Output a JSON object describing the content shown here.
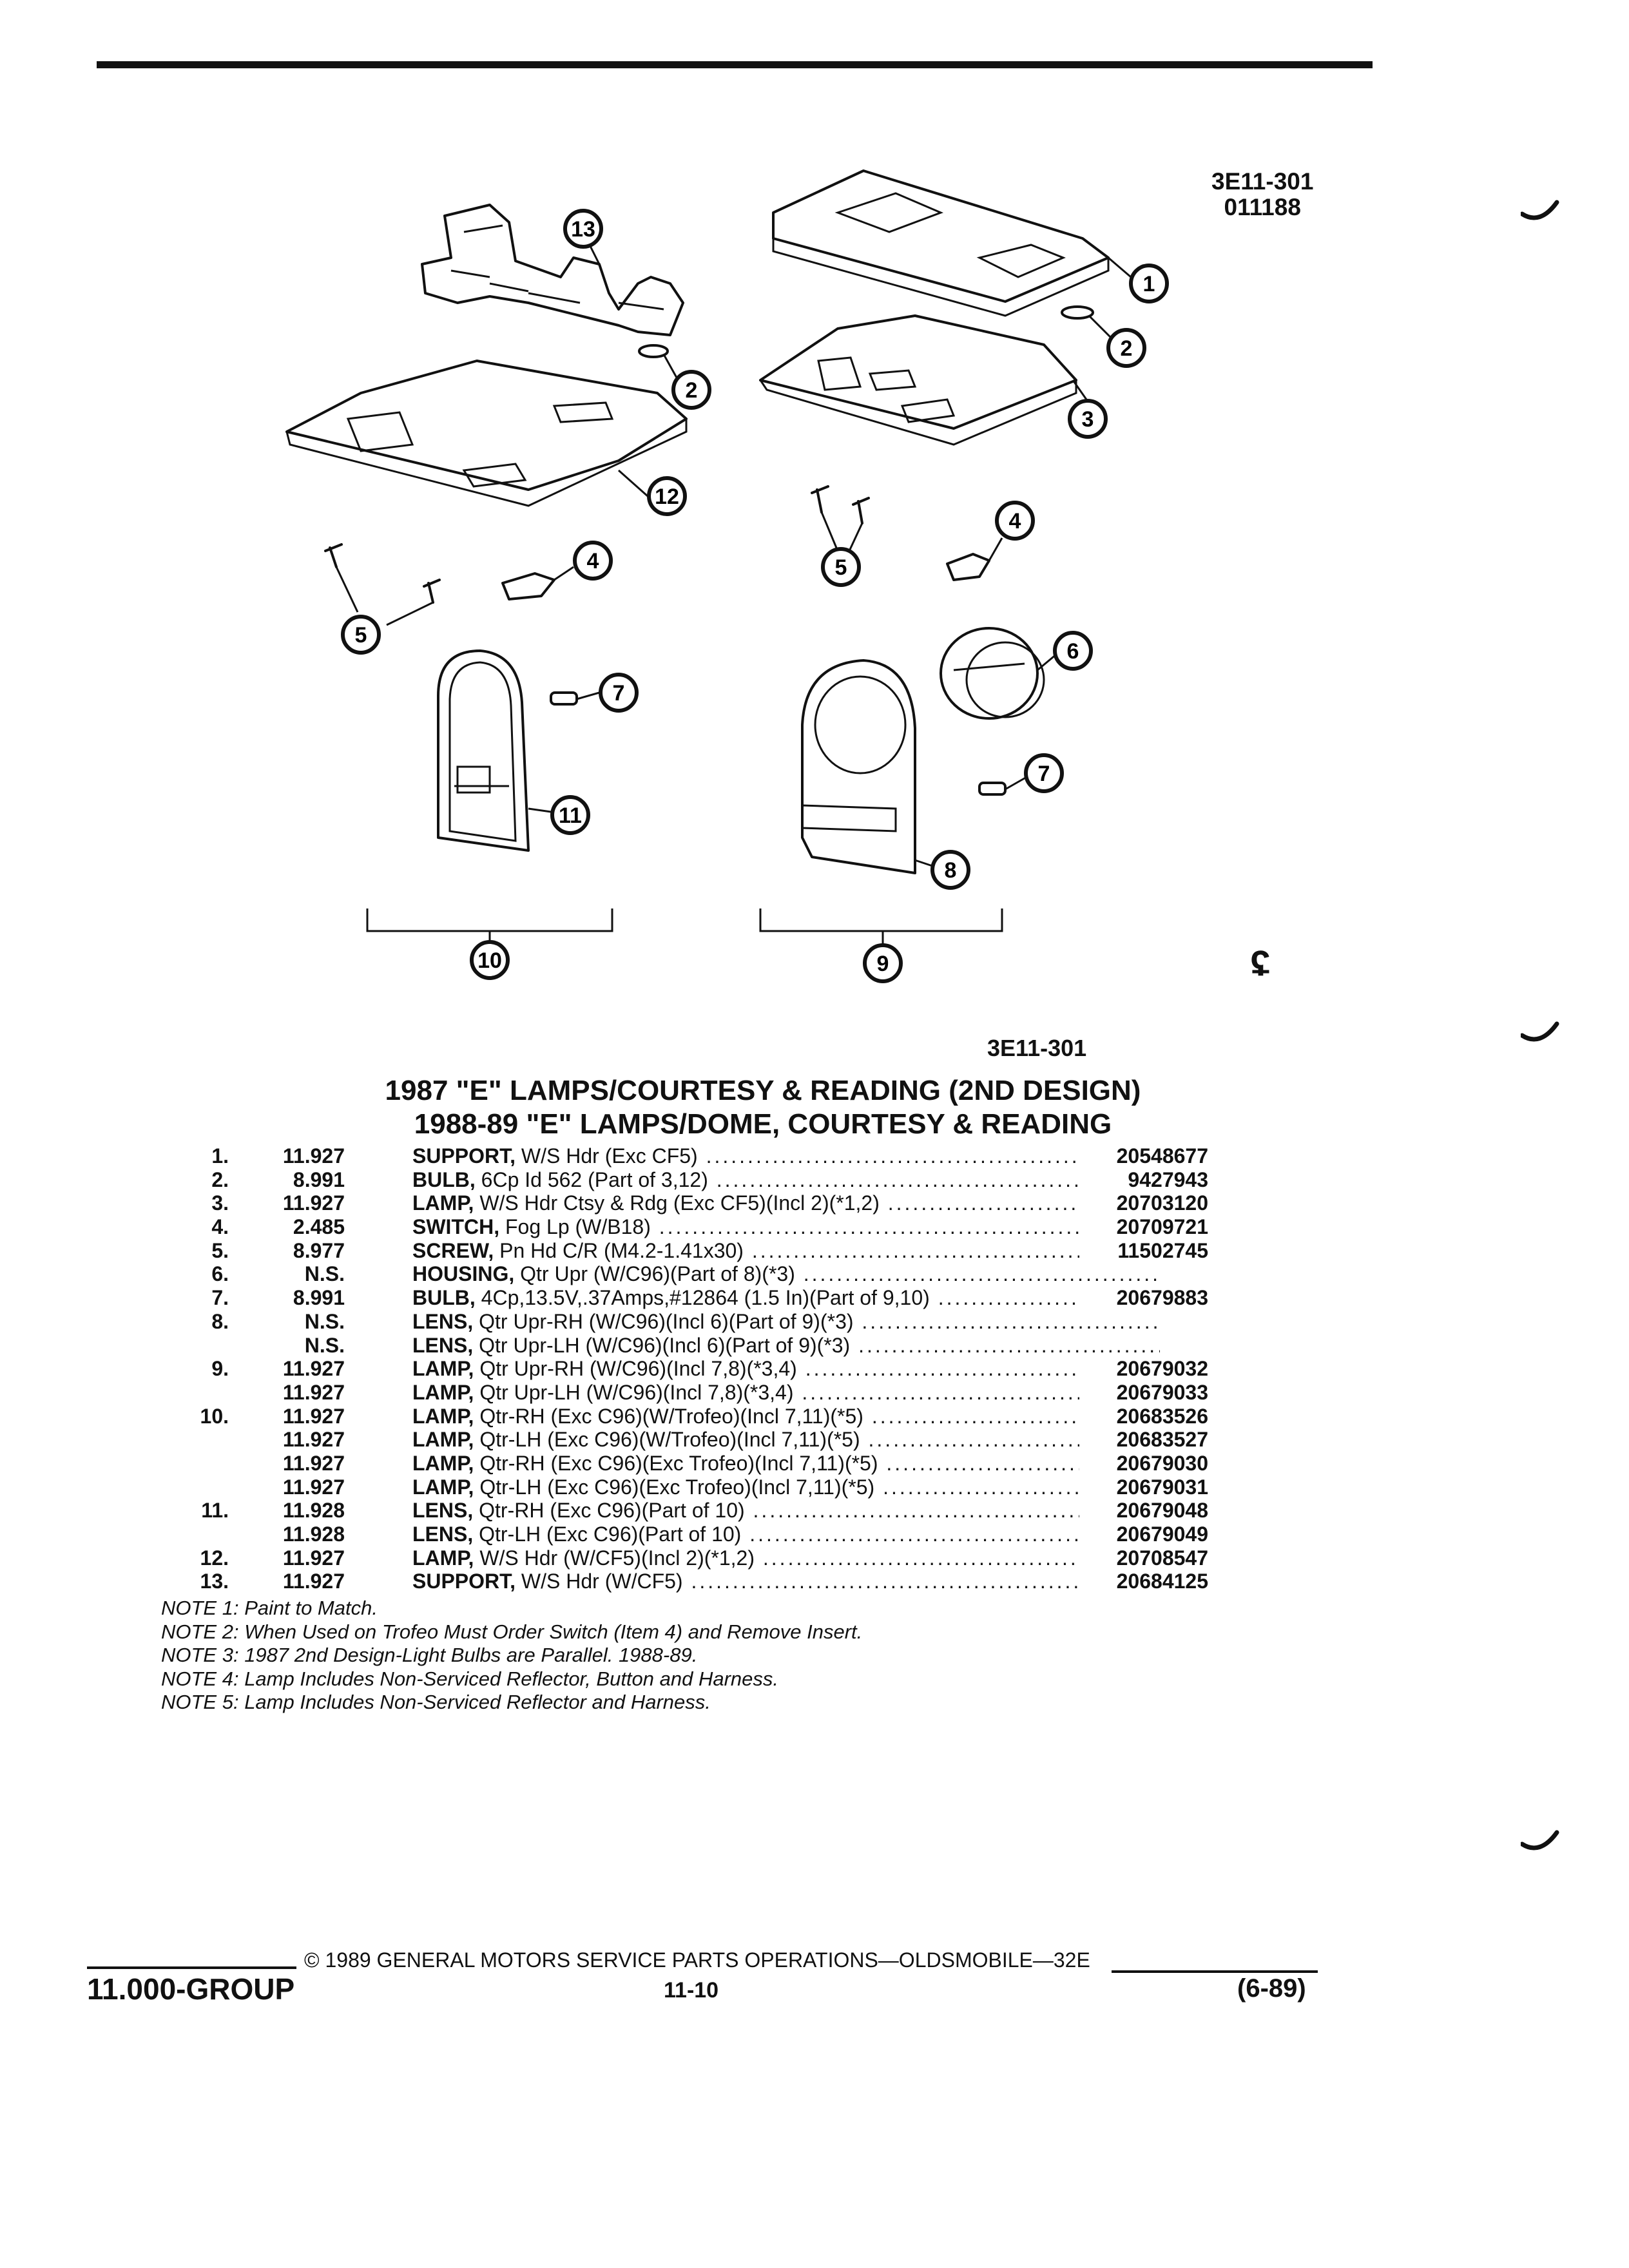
{
  "ref": {
    "line1": "3E11-301",
    "line2": "011188"
  },
  "diagram_code": "3E11-301",
  "callouts": [
    "13",
    "1",
    "2",
    "2",
    "3",
    "12",
    "4",
    "5",
    "5",
    "4",
    "6",
    "7",
    "11",
    "7",
    "8",
    "10",
    "9"
  ],
  "titles": {
    "line1": "1987 \"E\" LAMPS/COURTESY & READING (2ND DESIGN)",
    "line2": "1988-89 \"E\" LAMPS/DOME, COURTESY & READING"
  },
  "parts": [
    {
      "item": "1.",
      "group": "11.927",
      "name": "SUPPORT,",
      "rest": " W/S Hdr (Exc CF5)",
      "part": "20548677"
    },
    {
      "item": "2.",
      "group": "8.991",
      "name": "BULB,",
      "rest": " 6Cp Id 562 (Part of 3,12)",
      "part": "9427943"
    },
    {
      "item": "3.",
      "group": "11.927",
      "name": "LAMP,",
      "rest": " W/S Hdr Ctsy & Rdg (Exc CF5)(Incl 2)(*1,2)",
      "part": "20703120"
    },
    {
      "item": "4.",
      "group": "2.485",
      "name": "SWITCH,",
      "rest": " Fog Lp (W/B18)",
      "part": "20709721"
    },
    {
      "item": "5.",
      "group": "8.977",
      "name": "SCREW,",
      "rest": " Pn Hd C/R (M4.2-1.41x30)",
      "part": "11502745"
    },
    {
      "item": "6.",
      "group": "N.S.",
      "name": "HOUSING,",
      "rest": " Qtr Upr (W/C96)(Part of 8)(*3)",
      "part": ""
    },
    {
      "item": "7.",
      "group": "8.991",
      "name": "BULB,",
      "rest": " 4Cp,13.5V,.37Amps,#12864 (1.5 In)(Part of 9,10)",
      "part": "20679883"
    },
    {
      "item": "8.",
      "group": "N.S.",
      "name": "LENS,",
      "rest": " Qtr Upr-RH (W/C96)(Incl 6)(Part of 9)(*3)",
      "part": ""
    },
    {
      "item": "",
      "group": "N.S.",
      "name": "LENS,",
      "rest": " Qtr Upr-LH (W/C96)(Incl 6)(Part of 9)(*3)",
      "part": ""
    },
    {
      "item": "9.",
      "group": "11.927",
      "name": "LAMP,",
      "rest": " Qtr Upr-RH (W/C96)(Incl 7,8)(*3,4)",
      "part": "20679032"
    },
    {
      "item": "",
      "group": "11.927",
      "name": "LAMP,",
      "rest": " Qtr Upr-LH (W/C96)(Incl 7,8)(*3,4)",
      "part": "20679033"
    },
    {
      "item": "10.",
      "group": "11.927",
      "name": "LAMP,",
      "rest": " Qtr-RH (Exc C96)(W/Trofeo)(Incl 7,11)(*5)",
      "part": "20683526"
    },
    {
      "item": "",
      "group": "11.927",
      "name": "LAMP,",
      "rest": " Qtr-LH (Exc C96)(W/Trofeo)(Incl 7,11)(*5)",
      "part": "20683527"
    },
    {
      "item": "",
      "group": "11.927",
      "name": "LAMP,",
      "rest": " Qtr-RH (Exc C96)(Exc Trofeo)(Incl 7,11)(*5)",
      "part": "20679030"
    },
    {
      "item": "",
      "group": "11.927",
      "name": "LAMP,",
      "rest": " Qtr-LH (Exc C96)(Exc Trofeo)(Incl 7,11)(*5)",
      "part": "20679031"
    },
    {
      "item": "11.",
      "group": "11.928",
      "name": "LENS,",
      "rest": " Qtr-RH (Exc C96)(Part of 10)",
      "part": "20679048"
    },
    {
      "item": "",
      "group": "11.928",
      "name": "LENS,",
      "rest": " Qtr-LH (Exc C96)(Part of 10)",
      "part": "20679049"
    },
    {
      "item": "12.",
      "group": "11.927",
      "name": "LAMP,",
      "rest": " W/S Hdr (W/CF5)(Incl 2)(*1,2)",
      "part": "20708547"
    },
    {
      "item": "13.",
      "group": "11.927",
      "name": "SUPPORT,",
      "rest": " W/S Hdr (W/CF5)",
      "part": "20684125"
    }
  ],
  "notes": [
    "NOTE 1: Paint to Match.",
    "NOTE 2: When Used on Trofeo Must Order Switch (Item 4) and Remove Insert.",
    "NOTE 3: 1987 2nd Design-Light Bulbs are Parallel. 1988-89.",
    "NOTE 4: Lamp Includes Non-Serviced Reflector, Button and Harness.",
    "NOTE 5: Lamp Includes Non-Serviced Reflector and Harness."
  ],
  "footer": {
    "copyright": "© 1989 GENERAL MOTORS SERVICE PARTS OPERATIONS—OLDSMOBILE—32E",
    "group": "11.000-GROUP",
    "page": "11-10",
    "date": "(6-89)"
  }
}
